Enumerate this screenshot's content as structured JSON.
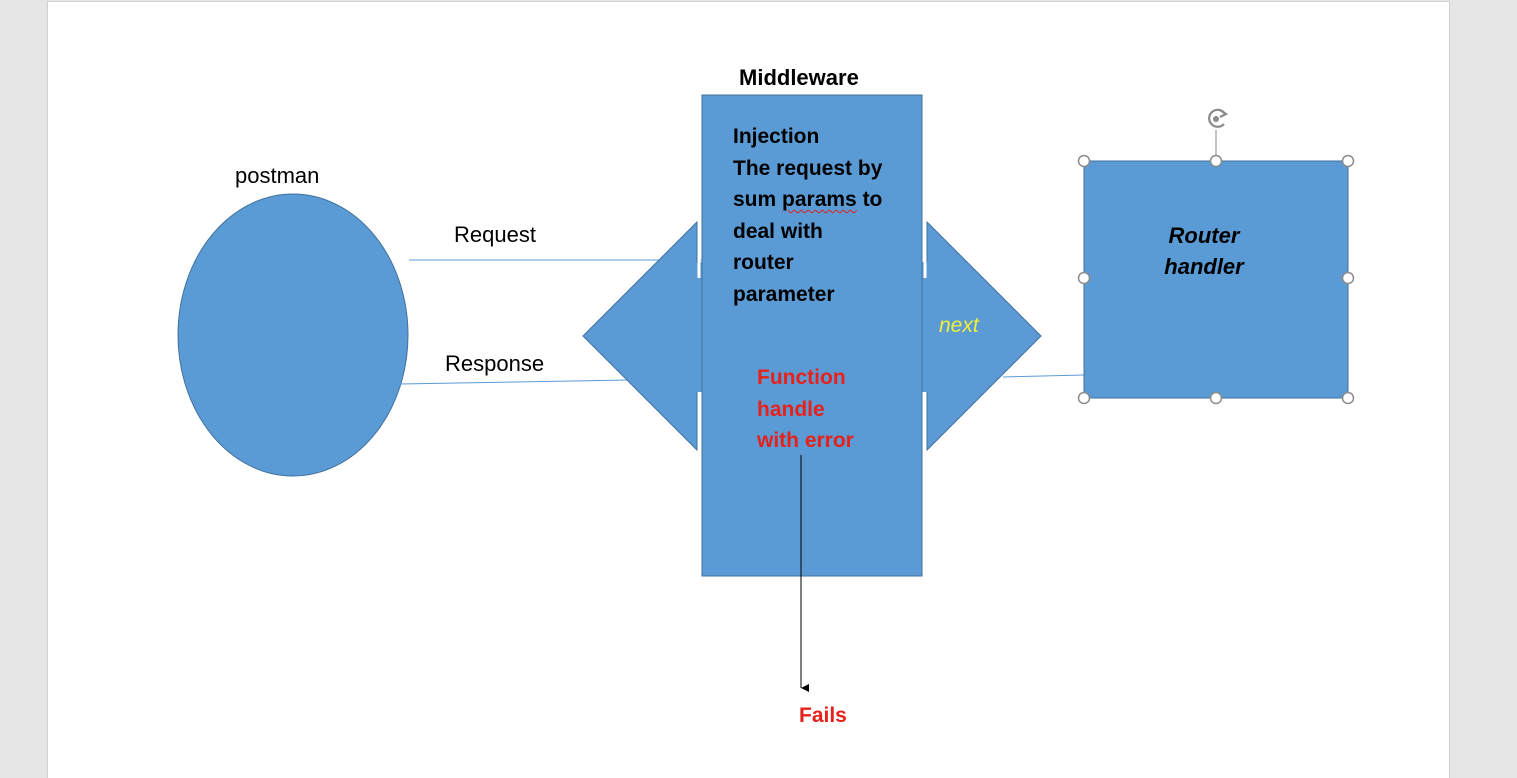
{
  "colors": {
    "shape_fill": "#5b9bd5",
    "shape_stroke": "#41719c",
    "connector": "#5b9bd5",
    "error_text": "#e8201a",
    "next_text": "#f2ef3a",
    "handle": "#8a8a8a"
  },
  "client": {
    "label": "postman"
  },
  "arrows": {
    "request": "Request",
    "response": "Response"
  },
  "middleware": {
    "title": "Middleware",
    "injection_lines": [
      "Injection",
      "The request by",
      "sum params to",
      "deal with",
      "router",
      "parameter"
    ],
    "next": "next",
    "function_lines": [
      "Function",
      "handle",
      "with error"
    ]
  },
  "router": {
    "lines": [
      "Router",
      "handler"
    ]
  },
  "fails": "Fails",
  "icons": {
    "rotate_handle": "rotate-handle-icon"
  }
}
